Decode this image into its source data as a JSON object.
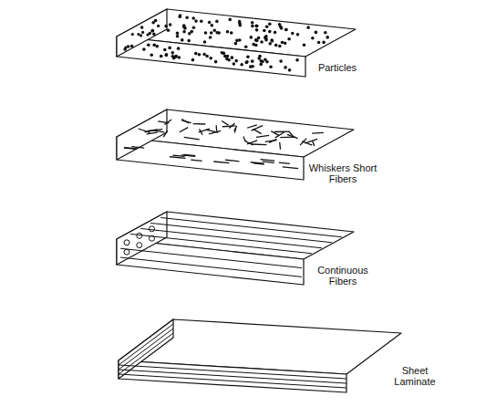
{
  "diagram": {
    "labels": [
      "Particles",
      "Whiskers Short Fibers",
      "Continuous Fibers",
      "Sheet Laminate"
    ]
  }
}
